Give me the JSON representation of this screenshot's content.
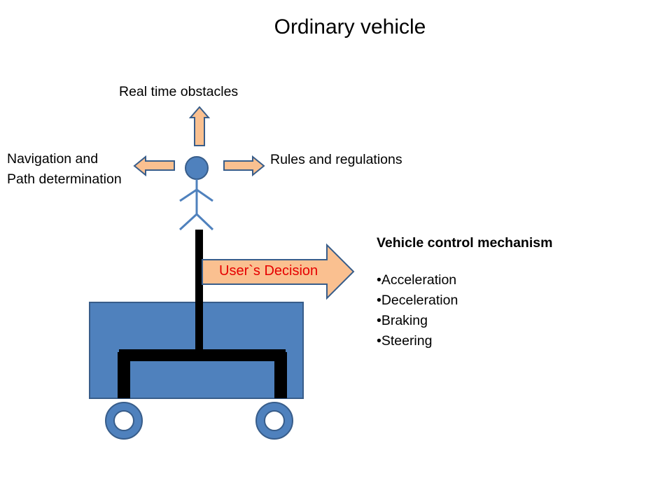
{
  "title": "Ordinary vehicle",
  "labels": {
    "up": "Real time obstacles",
    "left_line1": "Navigation and",
    "left_line2": "Path determination",
    "right": "Rules and regulations",
    "decision": "User`s Decision"
  },
  "mechanism": {
    "title": "Vehicle control mechanism",
    "items": [
      "•Acceleration",
      "•Deceleration",
      "•Braking",
      "•Steering"
    ]
  },
  "colors": {
    "vehicle_fill": "#4f81bd",
    "vehicle_stroke": "#385d8a",
    "arrow_fill": "#fac090",
    "arrow_stroke": "#385d8a",
    "decision_text": "#e60000"
  }
}
